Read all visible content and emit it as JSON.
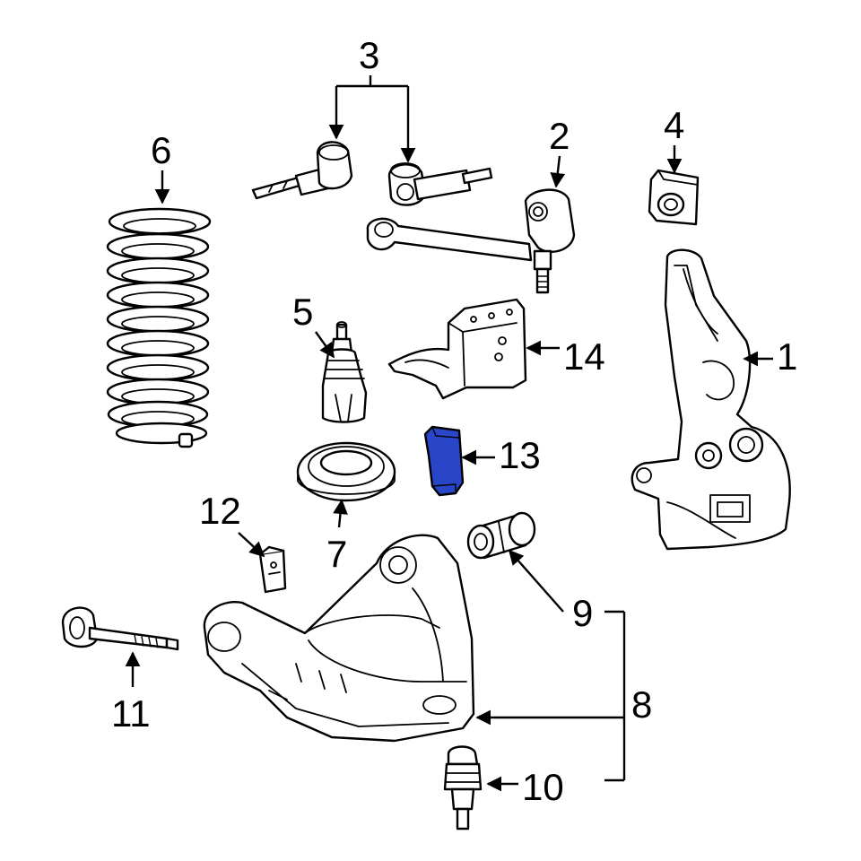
{
  "diagram": {
    "highlight_color": "#2a46c8",
    "line_color": "#000000",
    "background": "#ffffff",
    "callouts": [
      {
        "id": "1",
        "label": "1"
      },
      {
        "id": "2",
        "label": "2"
      },
      {
        "id": "3",
        "label": "3"
      },
      {
        "id": "4",
        "label": "4"
      },
      {
        "id": "5",
        "label": "5"
      },
      {
        "id": "6",
        "label": "6"
      },
      {
        "id": "7",
        "label": "7"
      },
      {
        "id": "8",
        "label": "8"
      },
      {
        "id": "9",
        "label": "9"
      },
      {
        "id": "10",
        "label": "10"
      },
      {
        "id": "11",
        "label": "11"
      },
      {
        "id": "12",
        "label": "12"
      },
      {
        "id": "13",
        "label": "13"
      },
      {
        "id": "14",
        "label": "14"
      }
    ],
    "highlighted_callout": "13"
  }
}
